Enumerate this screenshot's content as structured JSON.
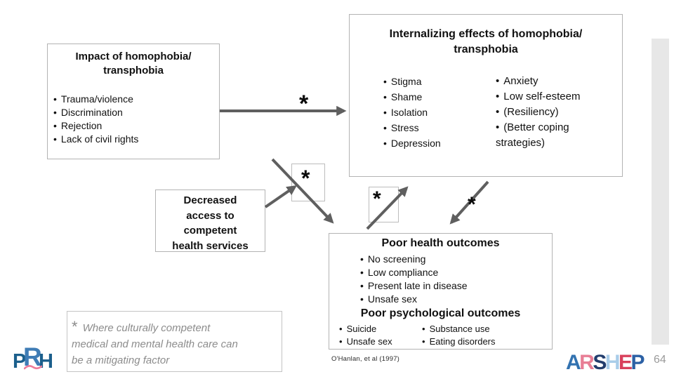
{
  "ui": {
    "bullet": "•",
    "asterisk": "*"
  },
  "impact_box": {
    "title": [
      "Impact of homophobia/",
      "transphobia"
    ],
    "bullets": [
      "Trauma/violence",
      "Discrimination",
      "Rejection",
      "Lack of civil rights"
    ]
  },
  "internalizing_box": {
    "title": [
      "Internalizing effects of homophobia/",
      "transphobia"
    ],
    "left_bullets": [
      "Stigma",
      "Shame",
      "Isolation",
      "Stress",
      "Depression"
    ],
    "right_bullets": [
      "Anxiety",
      "Low self-esteem",
      "(Resiliency)",
      "(Better coping"
    ],
    "right_continuation": "strategies)"
  },
  "decreased_box": {
    "lines": [
      "Decreased",
      "access to",
      "competent",
      "health services"
    ]
  },
  "outcomes_box": {
    "health_title": "Poor health outcomes",
    "health_bullets": [
      "No screening",
      "Low compliance",
      "Present late in disease",
      "Unsafe sex"
    ],
    "psych_title": "Poor psychological outcomes",
    "psych_col1": [
      "Suicide",
      "Unsafe sex"
    ],
    "psych_col2": [
      "Substance use",
      "Eating disorders"
    ]
  },
  "note_box": {
    "asterisk": "*",
    "line1": "Where culturally competent",
    "line2": "medical and mental health care can",
    "line3": "be a mitigating factor"
  },
  "citation": "O'Hanlan, et al (1997)",
  "footer": {
    "page_number": "64",
    "prh_letters": [
      "P",
      "R",
      "H"
    ],
    "arshep_letters": [
      "A",
      "R",
      "S",
      "H",
      "E",
      "P"
    ]
  },
  "colors": {
    "arrow_gray": "#5f5f5f",
    "box_border_gray": "#b3b3b3",
    "note_text_gray": "#8c8c8c",
    "side_bar_gray": "#e7e7e7",
    "prh_blue_dark": "#1b5f8c",
    "prh_blue_mid": "#3f7cb5",
    "prh_pink": "#ee7d9b",
    "arshep_a_blue": "#3272b0",
    "arshep_r_pink": "#e87e95",
    "arshep_s_navy": "#223d6d",
    "arshep_h_lightblue": "#a9cde9",
    "arshep_e_red": "#d8405c",
    "arshep_p_blue": "#2c61a5",
    "page_number_gray": "#9b9b9b"
  }
}
